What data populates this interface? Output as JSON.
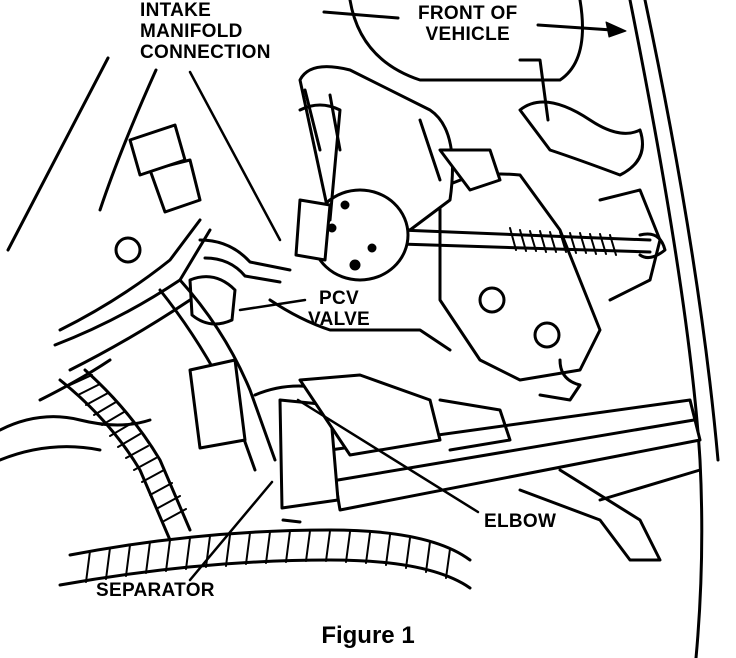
{
  "labels": {
    "intake_manifold_connection": [
      "INTAKE",
      "MANIFOLD",
      "CONNECTION"
    ],
    "front_of_vehicle": [
      "FRONT OF",
      "VEHICLE"
    ],
    "pcv_valve": [
      "PCV",
      "VALVE"
    ],
    "elbow": "ELBOW",
    "separator": "SEPARATOR"
  },
  "caption": "Figure 1",
  "colors": {
    "ink": "#000000",
    "paper": "#ffffff"
  }
}
